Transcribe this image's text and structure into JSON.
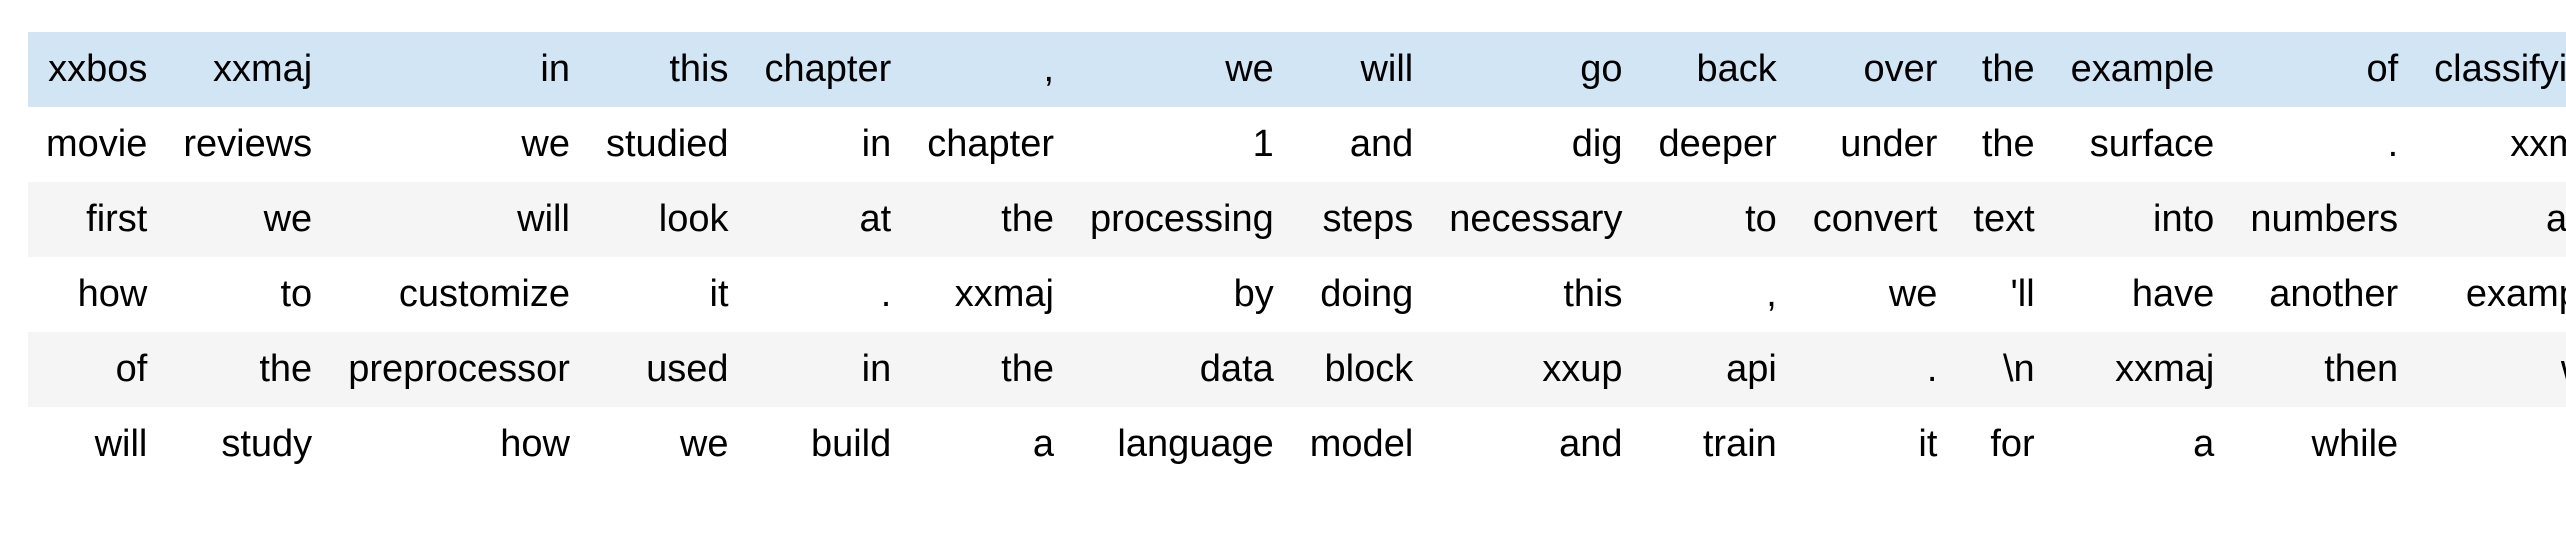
{
  "table": {
    "description": "tokenized-text-dataframe",
    "row_count": 6,
    "column_count": 15,
    "highlighted_row_index": 0,
    "colors": {
      "highlight_row_bg": "#d1e5f5",
      "stripe_row_bg": "#f5f5f5",
      "default_row_bg": "#ffffff",
      "text": "#000000"
    },
    "rows": [
      {
        "highlighted": true,
        "cells": [
          "xxbos",
          "xxmaj",
          "in",
          "this",
          "chapter",
          ",",
          "we",
          "will",
          "go",
          "back",
          "over",
          "the",
          "example",
          "of",
          "classifying"
        ]
      },
      {
        "highlighted": false,
        "cells": [
          "movie",
          "reviews",
          "we",
          "studied",
          "in",
          "chapter",
          "1",
          "and",
          "dig",
          "deeper",
          "under",
          "the",
          "surface",
          ".",
          "xxmaj"
        ]
      },
      {
        "highlighted": false,
        "cells": [
          "first",
          "we",
          "will",
          "look",
          "at",
          "the",
          "processing",
          "steps",
          "necessary",
          "to",
          "convert",
          "text",
          "into",
          "numbers",
          "and"
        ]
      },
      {
        "highlighted": false,
        "cells": [
          "how",
          "to",
          "customize",
          "it",
          ".",
          "xxmaj",
          "by",
          "doing",
          "this",
          ",",
          "we",
          "'ll",
          "have",
          "another",
          "example"
        ]
      },
      {
        "highlighted": false,
        "cells": [
          "of",
          "the",
          "preprocessor",
          "used",
          "in",
          "the",
          "data",
          "block",
          "xxup",
          "api",
          ".",
          "\\n",
          "xxmaj",
          "then",
          "we"
        ]
      },
      {
        "highlighted": false,
        "cells": [
          "will",
          "study",
          "how",
          "we",
          "build",
          "a",
          "language",
          "model",
          "and",
          "train",
          "it",
          "for",
          "a",
          "while",
          "."
        ]
      }
    ]
  }
}
